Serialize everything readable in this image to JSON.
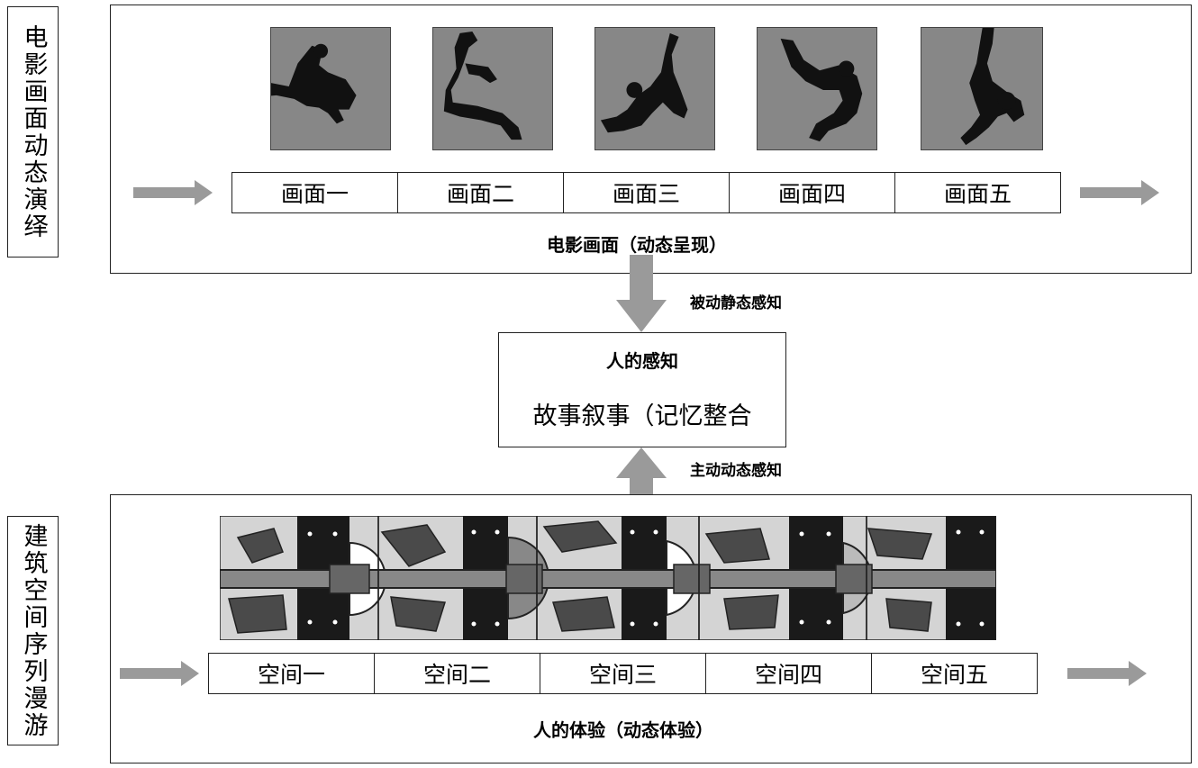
{
  "side_labels": {
    "film": "电影画面动态演绎",
    "architecture": "建筑空间序列漫游"
  },
  "film_section": {
    "frames": [
      "画面一",
      "画面二",
      "画面三",
      "画面四",
      "画面五"
    ],
    "caption": "电影画面（动态呈现）"
  },
  "flow_labels": {
    "passive": "被动静态感知",
    "active": "主动动态感知"
  },
  "perception_box": {
    "title": "人的感知",
    "body": "故事叙事（记忆整合"
  },
  "architecture_section": {
    "spaces": [
      "空间一",
      "空间二",
      "空间三",
      "空间四",
      "空间五"
    ],
    "caption": "人的体验（动态体验）"
  },
  "colors": {
    "arrow": "#9a9a9a",
    "frame_tile": "#878787",
    "silhouette": "#111111"
  }
}
